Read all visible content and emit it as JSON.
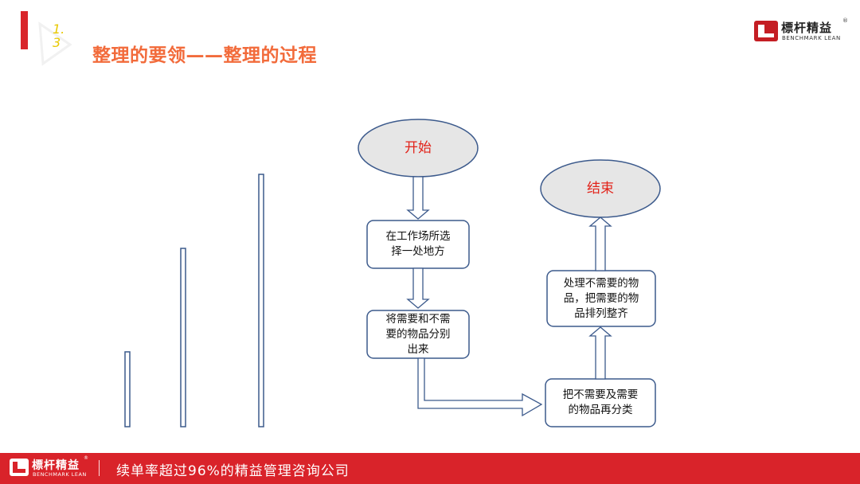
{
  "header": {
    "section_number": "1.\n3",
    "title": "整理的要领——整理的过程"
  },
  "brand": {
    "name_cn": "標杆精益",
    "name_en": "BENCHMARK LEAN",
    "reg": "®"
  },
  "flowchart": {
    "nodes": {
      "start": "开始",
      "end": "结束",
      "step1": "在工作场所选\n择一处地方",
      "step2": "将需要和不需\n要的物品分别\n出来",
      "step3": "把不需要及需要\n的物品再分类",
      "step4": "处理不需要的物\n品，把需要的物\n品排列整齐"
    }
  },
  "footer": {
    "slogan": "续单率超过96%的精益管理咨询公司"
  },
  "colors": {
    "accent_red": "#d9232a",
    "title_orange": "#f26b3b",
    "outline_blue": "#3c5a8c",
    "oval_fill": "#e6e6e6"
  }
}
